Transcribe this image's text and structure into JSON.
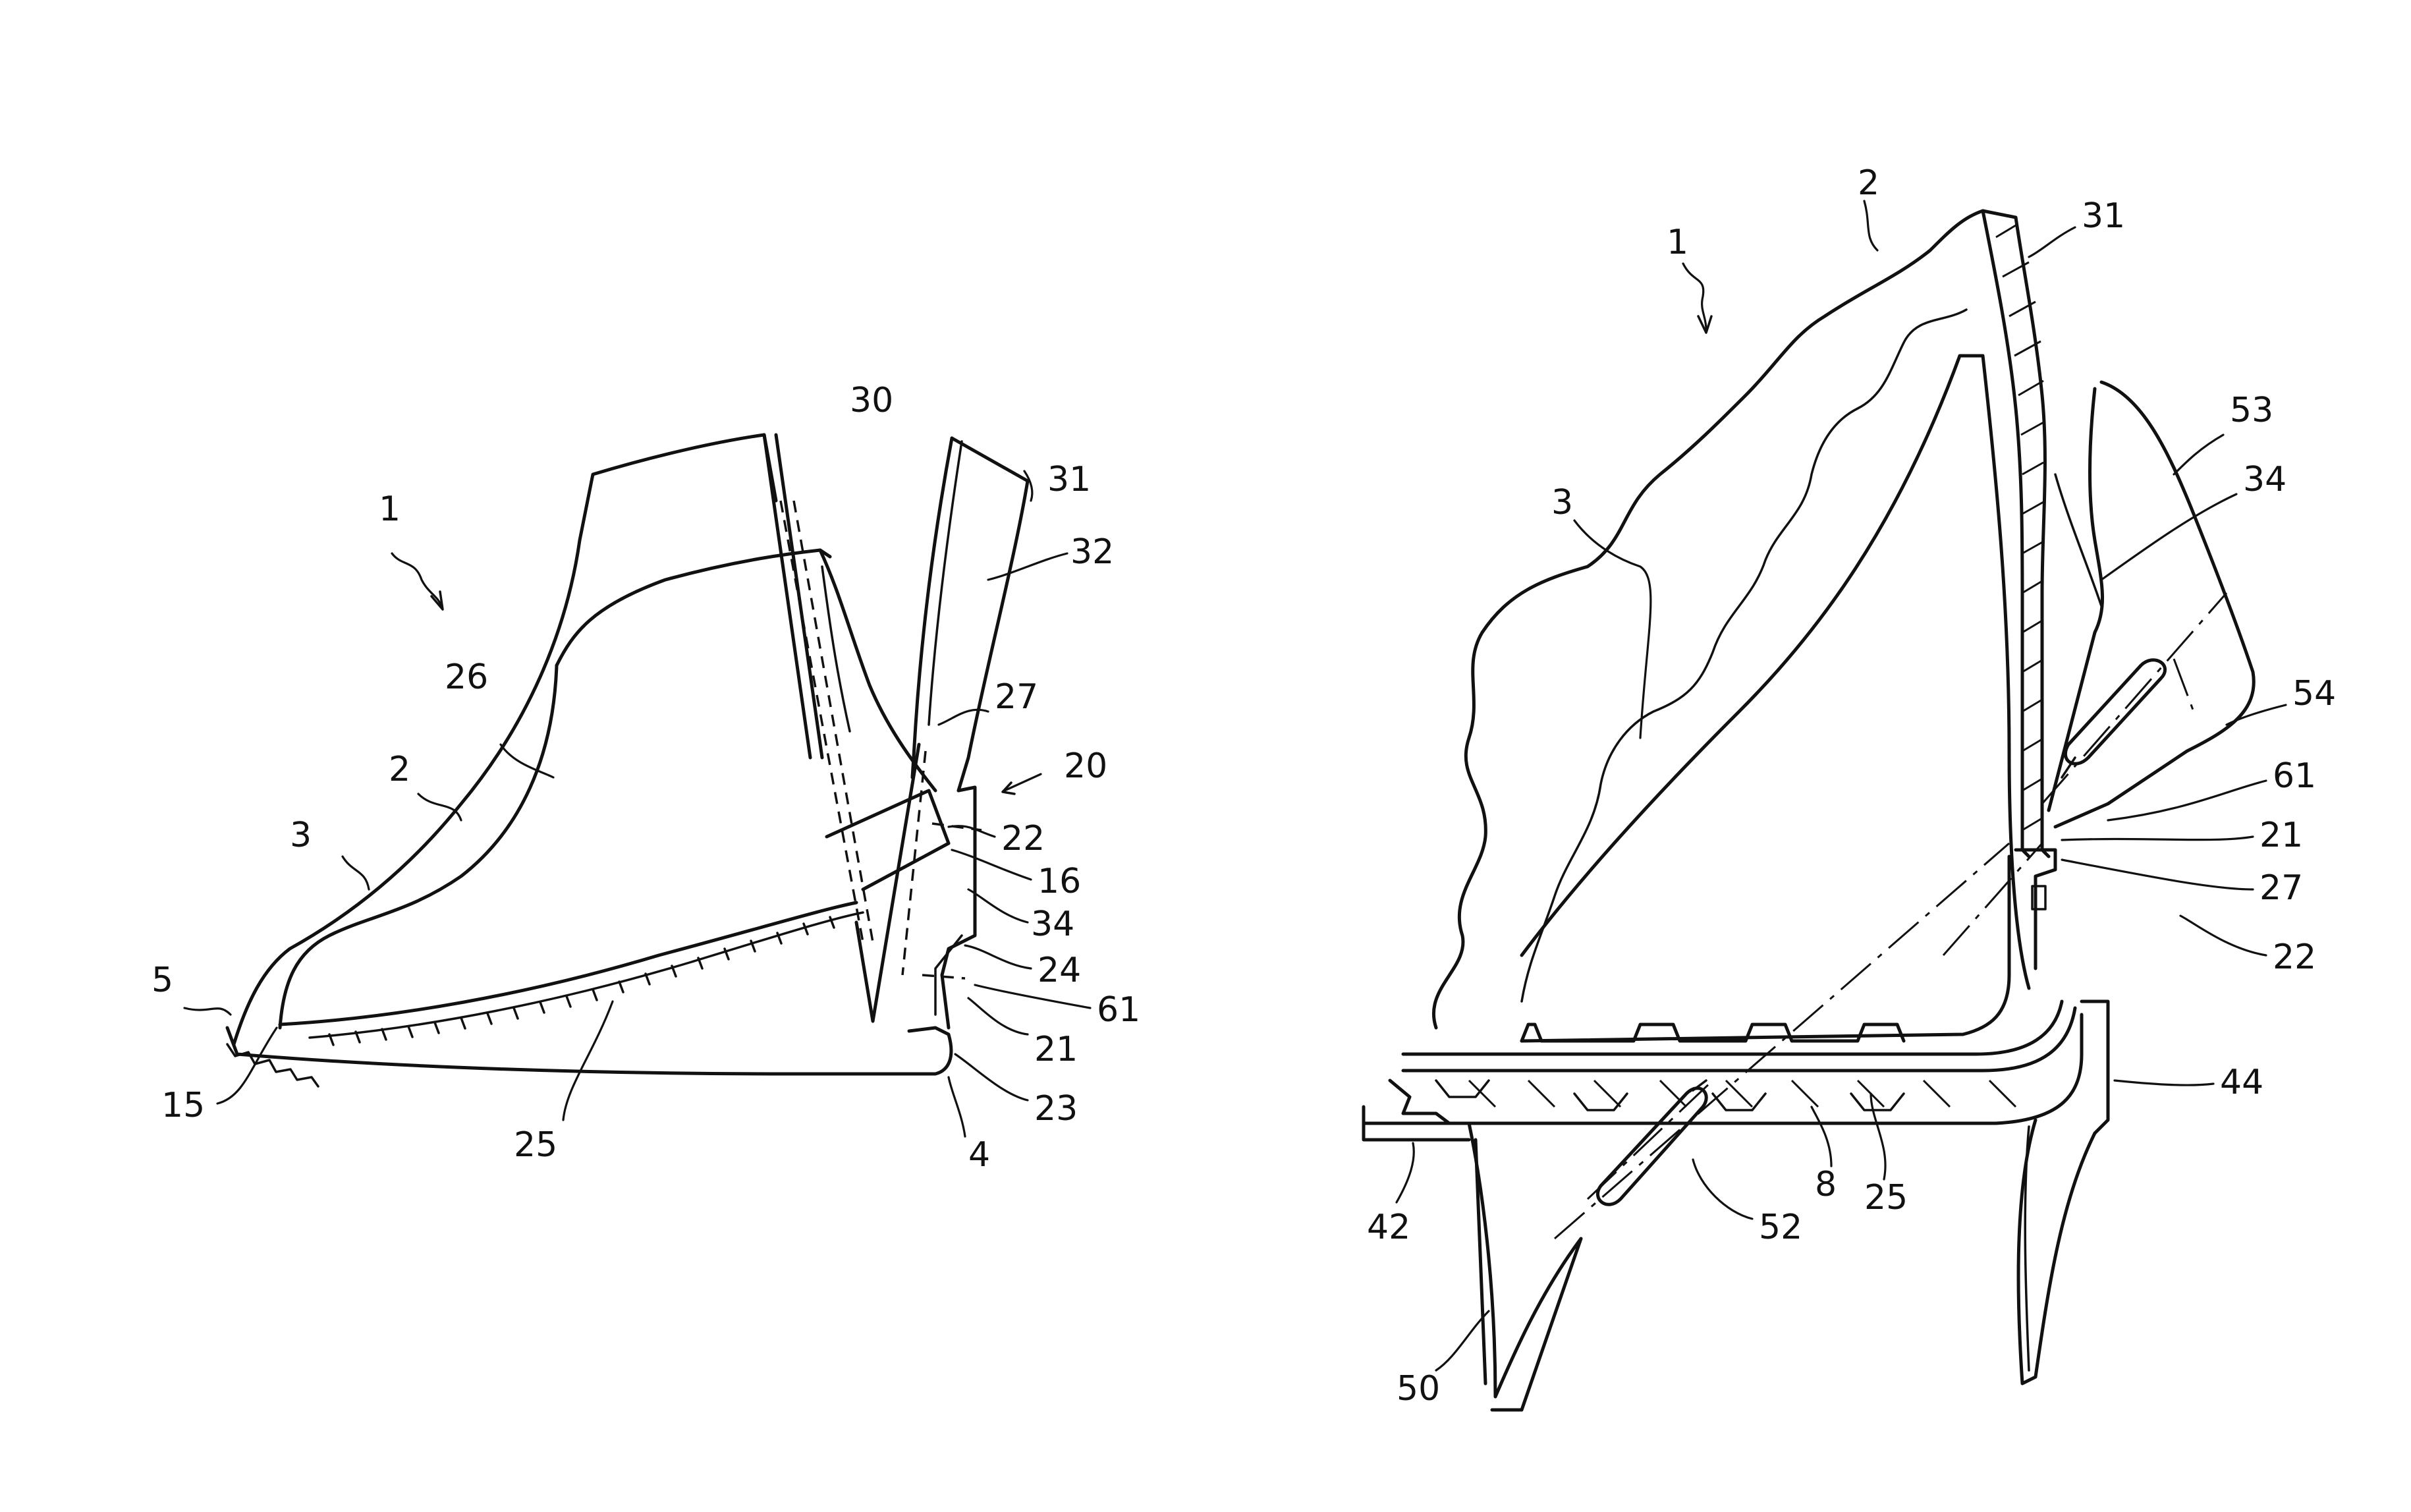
{
  "figure_left": {
    "labels": [
      "1",
      "2",
      "3",
      "5",
      "15",
      "25",
      "26",
      "30",
      "31",
      "32",
      "27",
      "20",
      "22",
      "16",
      "34",
      "24",
      "61",
      "21",
      "23",
      "4"
    ]
  },
  "figure_right": {
    "labels": [
      "1",
      "2",
      "3",
      "31",
      "53",
      "34",
      "54",
      "61",
      "21",
      "27",
      "22",
      "44",
      "25",
      "8",
      "52",
      "42",
      "50"
    ]
  }
}
